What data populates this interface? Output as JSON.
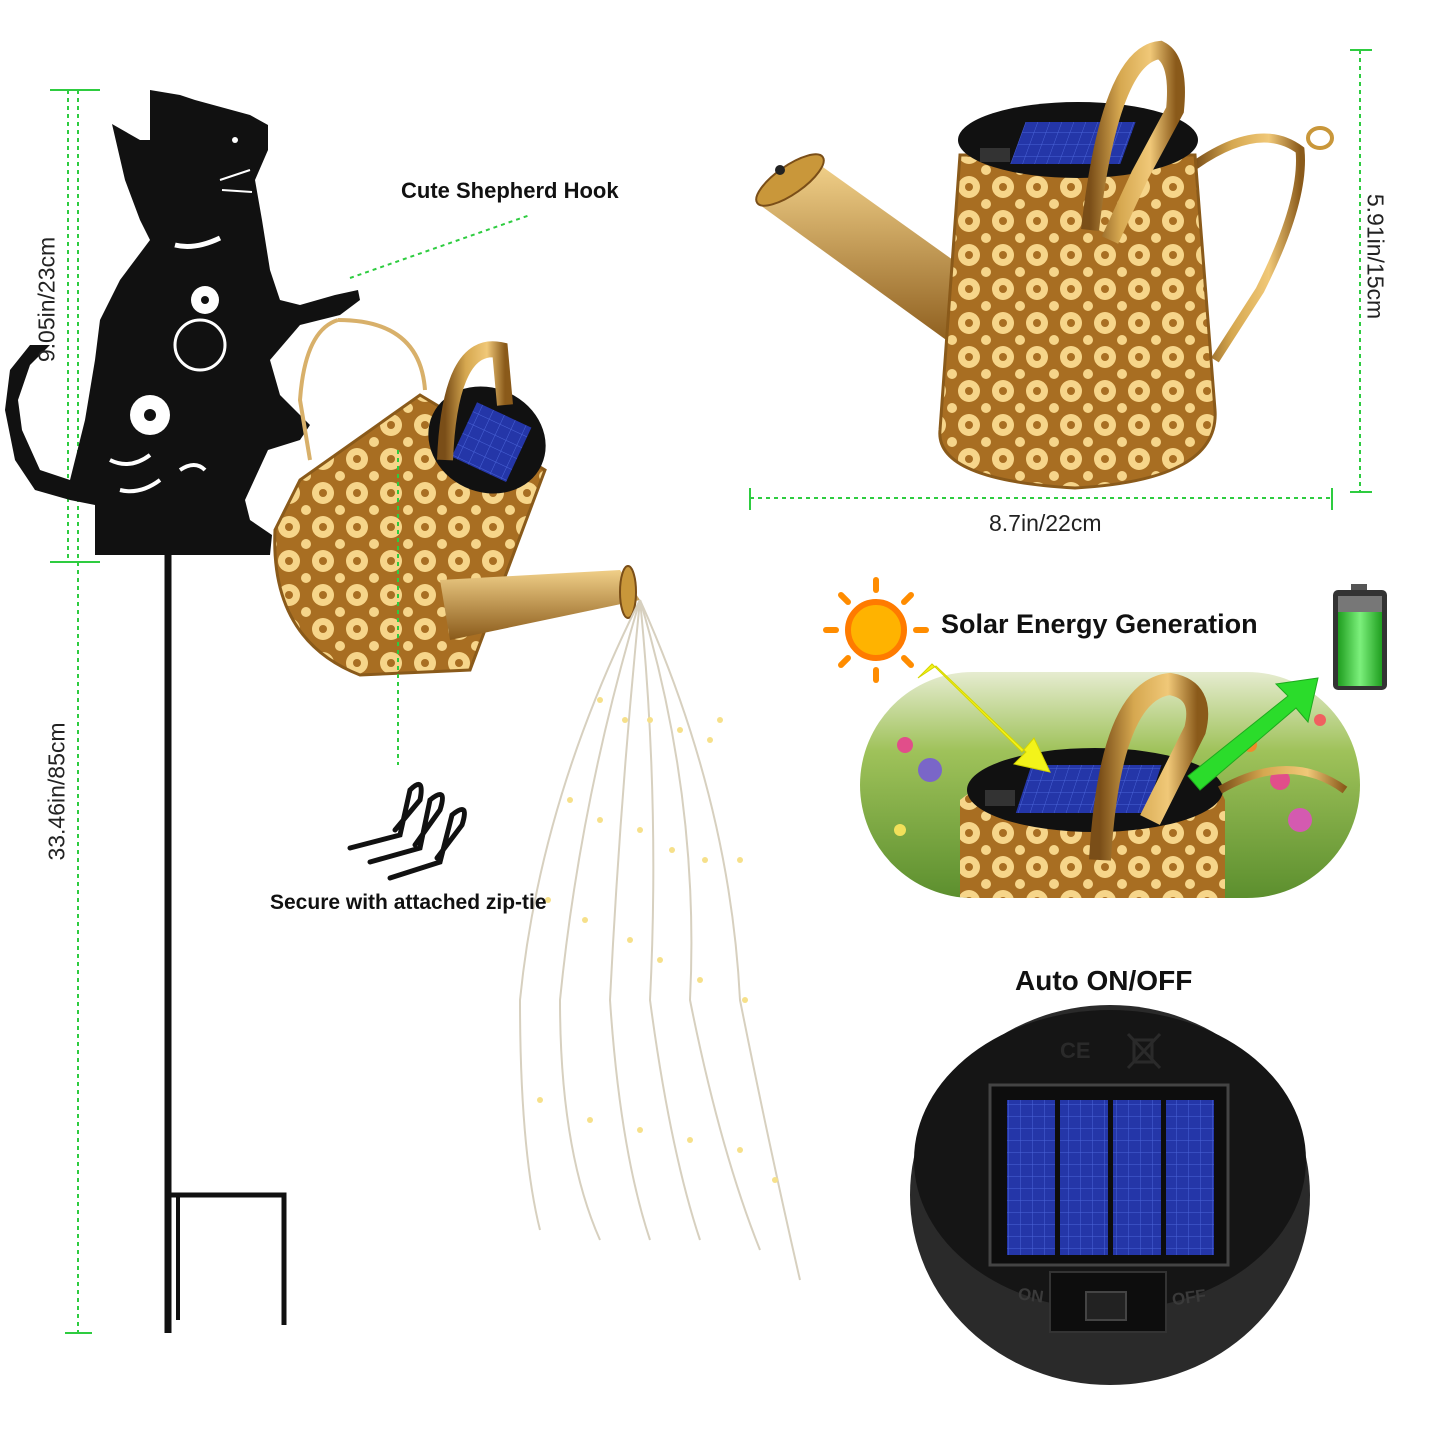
{
  "labels": {
    "shepherd_hook": "Cute Shepherd Hook",
    "zip_tie": "Secure with attached zip-tie",
    "solar": "Solar Energy Generation",
    "auto": "Auto ON/OFF",
    "width_dim": "8.7in/22cm",
    "can_height_dim": "5.91in/15cm",
    "cat_height_dim": "9.05in/23cm",
    "stake_height_dim": "33.46in/85cm",
    "switch_on": "ON",
    "switch_off": "OFF"
  },
  "colors": {
    "dimension_line": "#2ecc40",
    "gold": "#c9973a",
    "gold_dark": "#8a5a1a",
    "cat": "#111111",
    "solar_panel": "#1e2f8a",
    "sun": "#ffb300",
    "battery": "#3ad63a"
  },
  "icons": [
    "cat-silhouette-icon",
    "watering-can-icon",
    "sun-icon",
    "battery-icon",
    "zip-tie-icon",
    "solar-panel-icon",
    "ce-mark-icon",
    "weee-bin-icon"
  ]
}
